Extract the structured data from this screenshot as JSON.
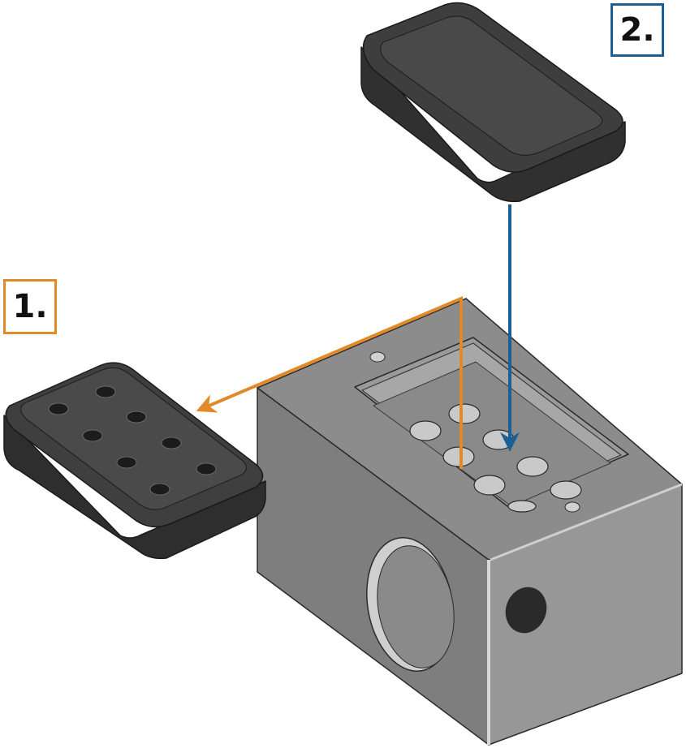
{
  "labels": {
    "step1": "1.",
    "step2": "2."
  },
  "colors": {
    "step1_accent": "#e08a2a",
    "step2_accent": "#1b5f94",
    "block_top": "#8e8e8e",
    "block_left": "#7d7d7d",
    "block_right": "#979797",
    "insert_dark": "#3a3a3a",
    "insert_light": "#4a4a4a"
  },
  "parts": {
    "removed_insert": "drilled-insert",
    "new_insert": "blank-insert",
    "fixture": "fixture-block"
  }
}
